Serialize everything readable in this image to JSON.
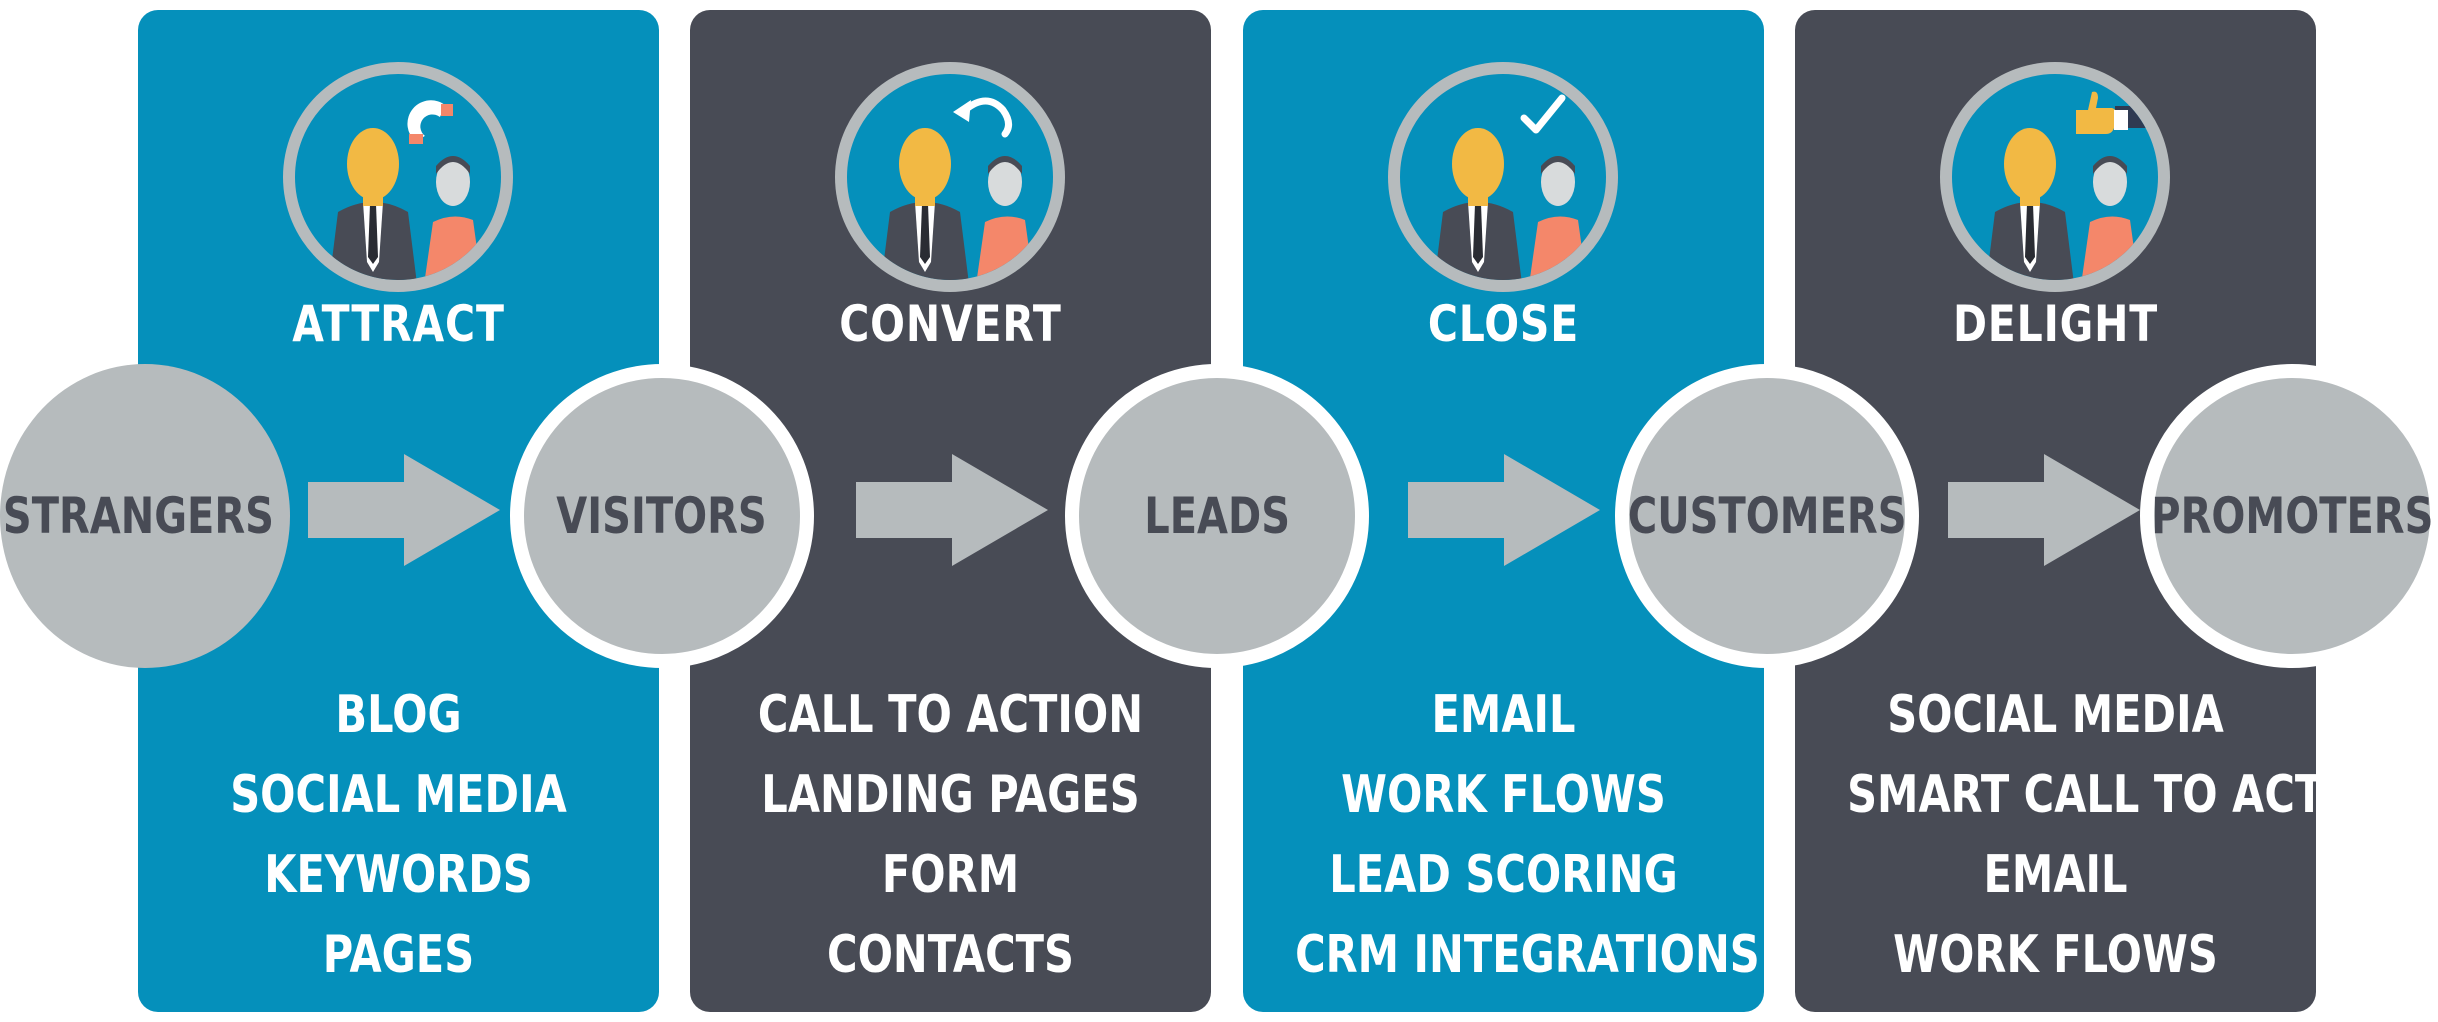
{
  "stages": [
    {
      "title": "ATTRACT",
      "tactics": [
        "BLOG",
        "SOCIAL MEDIA",
        "KEYWORDS",
        "PAGES"
      ],
      "icon": "magnet-icon",
      "color": "#0590bb"
    },
    {
      "title": "CONVERT",
      "tactics": [
        "CALL TO ACTION",
        "LANDING PAGES",
        "FORM",
        "CONTACTS"
      ],
      "icon": "curved-arrow-icon",
      "color": "#484b55"
    },
    {
      "title": "CLOSE",
      "tactics": [
        "EMAIL",
        "WORK FLOWS",
        "LEAD SCORING",
        "CRM INTEGRATIONS"
      ],
      "icon": "checkmark-icon",
      "color": "#0590bb"
    },
    {
      "title": "DELIGHT",
      "tactics": [
        "SOCIAL MEDIA",
        "SMART CALL TO ACTION",
        "EMAIL",
        "WORK FLOWS"
      ],
      "icon": "thumbs-up-icon",
      "color": "#484b55"
    }
  ],
  "audiences": [
    "STRANGERS",
    "VISITORS",
    "LEADS",
    "CUSTOMERS",
    "PROMOTERS"
  ],
  "colors": {
    "blue": "#0590bb",
    "dark": "#484b55",
    "gray": "#b6bbbd",
    "white": "#ffffff",
    "skin": "#f2b944",
    "salmon": "#f4876a"
  }
}
